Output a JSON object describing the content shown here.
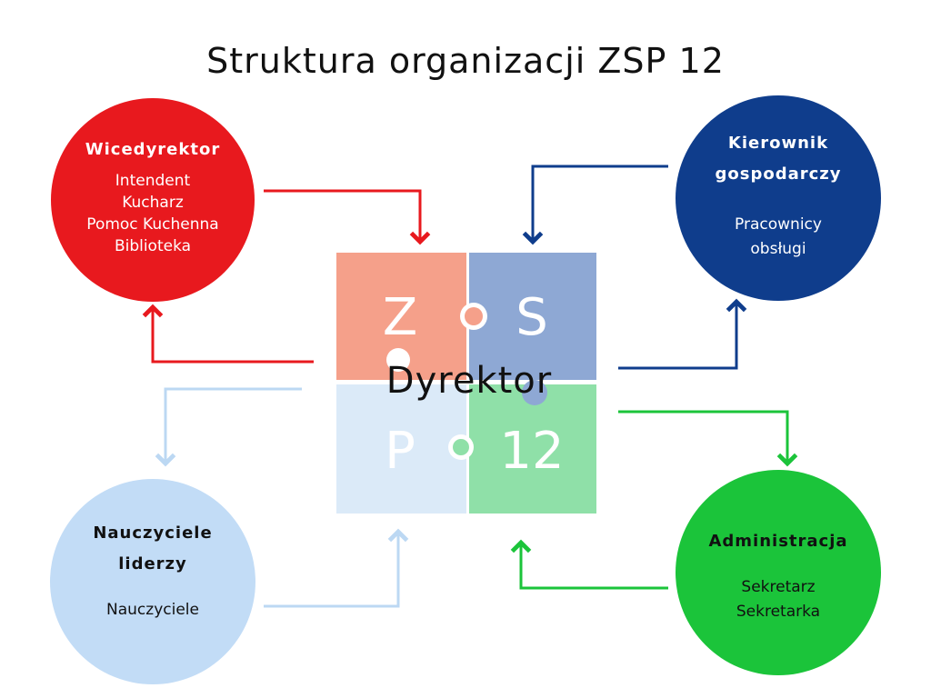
{
  "title": "Struktura organizacji ZSP 12",
  "center": {
    "label": "Dyrektor",
    "pieces": [
      "Z",
      "S",
      "P",
      "12"
    ]
  },
  "nodes": {
    "wicedyrektor": {
      "heading": "Wicedyrektor",
      "items": [
        "Intendent",
        "Kucharz",
        "Pomoc Kuchenna",
        "Biblioteka"
      ]
    },
    "kierownik": {
      "heading": [
        "Kierownik",
        "gospodarczy"
      ],
      "items": [
        "Pracownicy",
        "obsługi"
      ]
    },
    "nauczyciele": {
      "heading": [
        "Nauczyciele",
        "liderzy"
      ],
      "items": [
        "Nauczyciele"
      ]
    },
    "administracja": {
      "heading": "Administracja",
      "items": [
        "Sekretarz",
        "Sekretarka"
      ]
    }
  },
  "colors": {
    "red": "#e8191e",
    "navy": "#0f3d8c",
    "light_blue": "#c2dcf6",
    "green": "#1bc43a",
    "piece_z": "#f5a08a",
    "piece_s": "#8ea8d4",
    "piece_p": "#dbeaf8",
    "piece_12": "#8fe0a8",
    "arrow_light_blue": "#bcd8f3"
  },
  "icons": [
    "arrow-icon"
  ]
}
